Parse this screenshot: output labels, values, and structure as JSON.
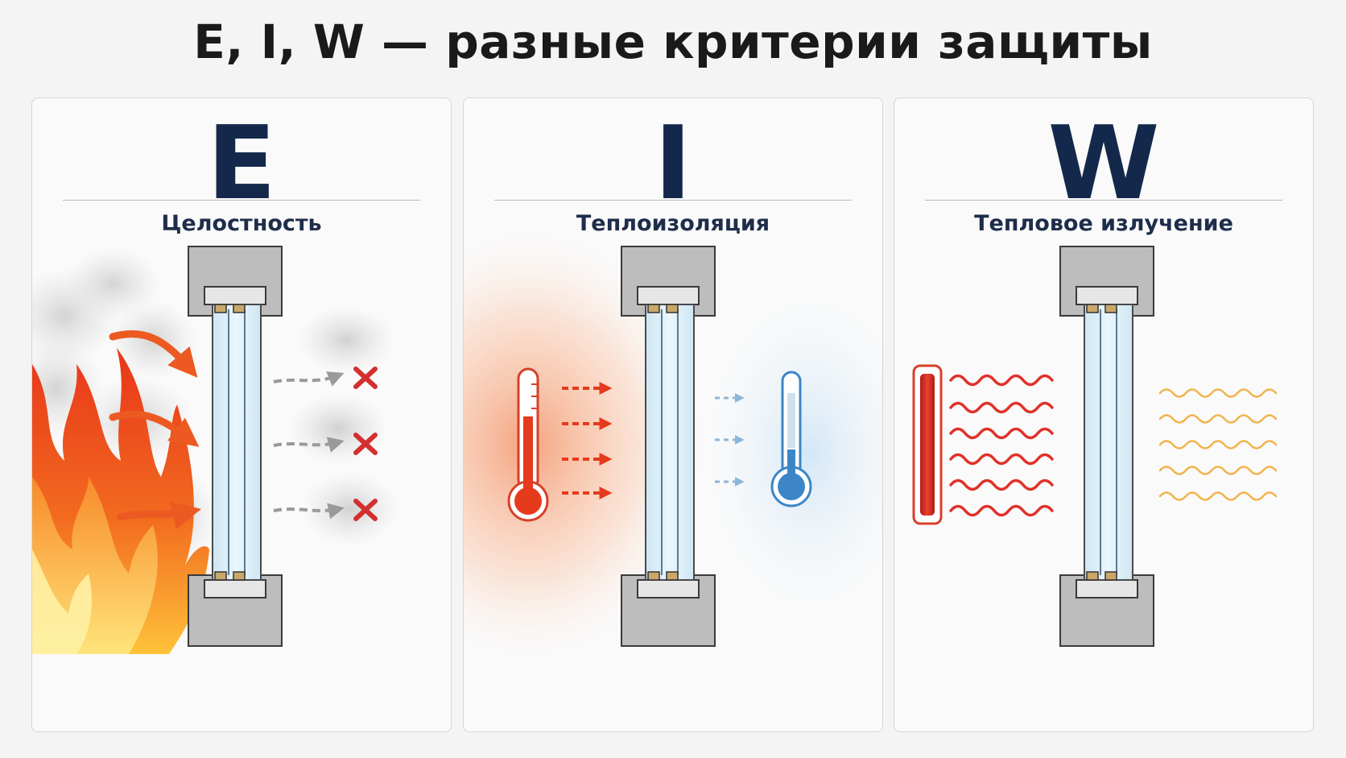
{
  "title": "E, I, W — разные критерии защиты",
  "panels": [
    {
      "letter": "E",
      "label": "Целостность",
      "icon": "flame-smoke-blocked"
    },
    {
      "letter": "I",
      "label": "Теплоизоляция",
      "icon": "thermometer-hot-cold"
    },
    {
      "letter": "W",
      "label": "Тепловое излучение",
      "icon": "radiator-waves"
    }
  ],
  "colors": {
    "letter": "#14284b",
    "fire": "#e8531f",
    "cross": "#d32f2f",
    "hot": "#e53a1c",
    "cold": "#3c86c8",
    "wave_in": "#e0322a",
    "wave_out": "#f0a830"
  }
}
